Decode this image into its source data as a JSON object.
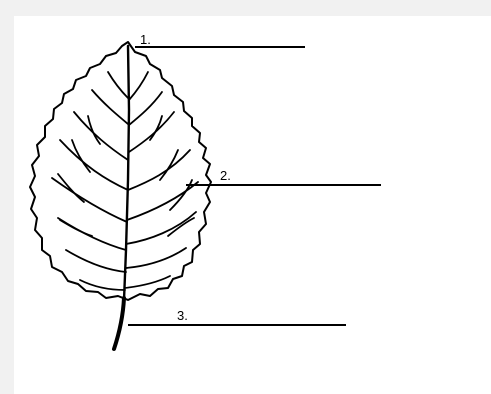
{
  "diagram": {
    "labels": [
      {
        "number": "1.",
        "answer": ""
      },
      {
        "number": "2.",
        "answer": ""
      },
      {
        "number": "3.",
        "answer": ""
      }
    ]
  }
}
